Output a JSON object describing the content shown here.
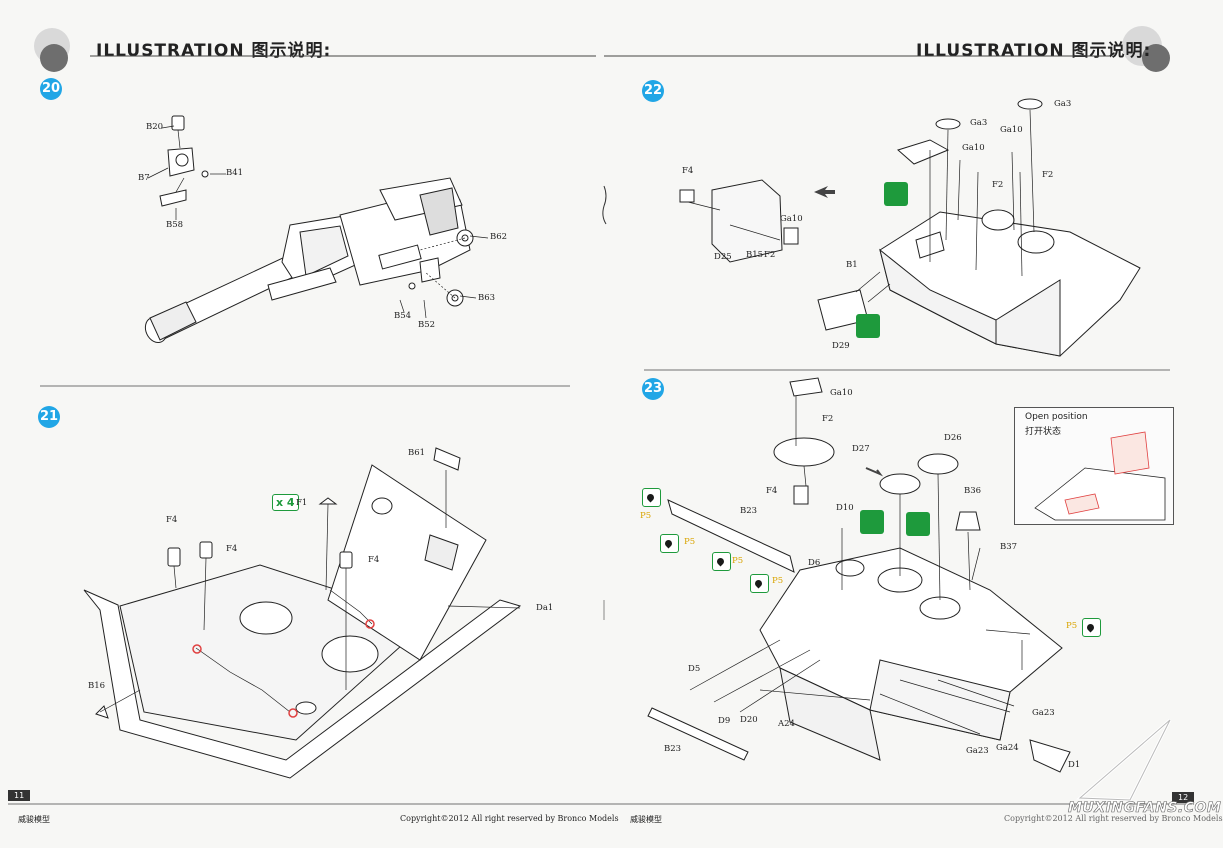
{
  "header": {
    "left_title": "ILLUSTRATION 图示说明:",
    "right_title": "ILLUSTRATION 图示说明:"
  },
  "steps": {
    "s20": "20",
    "s21": "21",
    "s22": "22",
    "s23": "23"
  },
  "step20_labels": {
    "b20": "B20",
    "b7": "B7",
    "b41": "B41",
    "b58": "B58",
    "b62": "B62",
    "b63": "B63",
    "b54": "B54",
    "b52": "B52"
  },
  "step21_labels": {
    "b61": "B61",
    "f1": "F1",
    "x4": "x 4",
    "f4a": "F4",
    "f4b": "F4",
    "f4c": "F4",
    "da1": "Da1",
    "b16": "B16"
  },
  "step22_labels": {
    "ga3a": "Ga3",
    "ga3b": "Ga3",
    "ga10a": "Ga10",
    "ga10b": "Ga10",
    "f2a": "F2",
    "f2b": "F2",
    "f4": "F4",
    "ga10c": "Ga10",
    "d25": "D25",
    "b15": "B15",
    "f2c": "F2",
    "b1": "B1",
    "d29": "D29"
  },
  "step23_labels": {
    "ga10": "Ga10",
    "f2": "F2",
    "d27": "D27",
    "d26": "D26",
    "f4": "F4",
    "b23a": "B23",
    "d10": "D10",
    "b36": "B36",
    "b37": "B37",
    "d6": "D6",
    "p5a": "P5",
    "p5b": "P5",
    "p5c": "P5",
    "p5d": "P5",
    "p5e": "P5",
    "d5": "D5",
    "d9": "D9",
    "d20": "D20",
    "a24": "A24",
    "ga23a": "Ga23",
    "ga23b": "Ga23",
    "ga24": "Ga24",
    "b23b": "B23",
    "d1": "D1"
  },
  "inset": {
    "title_en": "Open position",
    "title_cn": "打开状态"
  },
  "footer": {
    "left_page": "11",
    "right_page": "12",
    "brand_left": "威骏模型",
    "copyright_left": "Copyright©2012  All right reserved by Bronco Models",
    "brand_right": "威骏模型",
    "copyright_right": "Copyright©2012  All right reserved by Bronco Models",
    "watermark": "MUXINGFANS.COM"
  },
  "colors": {
    "step_badge": "#21a6e6",
    "cement_green": "#1e9a3c",
    "paint_yellow": "#d9a400",
    "highlight_red": "#e04040"
  }
}
